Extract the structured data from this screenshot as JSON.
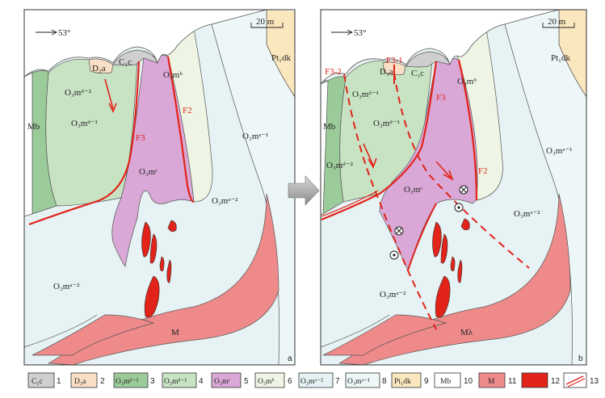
{
  "panels": [
    {
      "letter": "a",
      "orientation": "53°",
      "scale": "20 m",
      "units": {
        "c1c": "C₁c",
        "d3a": "D₃a",
        "mb": "Mb",
        "o3md2": "O₃mᵈ⁻²",
        "o3md1": "O₃mᵈ⁻¹",
        "o3mc": "O₃mᶜ",
        "o3mb": "O₃mᵇ",
        "o3ma1": "O₃mᵃ⁻¹",
        "o3ma2_right": "O₃mᵃ⁻²",
        "o3ma2_left": "O₃mᵃ⁻²",
        "pt1dk": "Pt₁dk",
        "m": "M"
      },
      "faults": {
        "f2": "F2",
        "f3": "F3"
      }
    },
    {
      "letter": "b",
      "orientation": "53°",
      "scale": "20 m",
      "units": {
        "c1c": "C₁c",
        "d3a": "D₃a",
        "mb": "Mb",
        "o3md2": "O₃mᵈ⁻²",
        "o3md1": "O₃mᵈ⁻¹",
        "o3mc": "O₃mᶜ",
        "o3mb": "O₃mᵇ",
        "o3ma1": "O₃mᵃ⁻¹",
        "o3ma2_right": "O₃mᵃ⁻²",
        "o3ma2_left": "O₃mᵃ⁻²",
        "pt1dk": "Pt₁dk",
        "m": "Mλ"
      },
      "faults": {
        "f2": "F2",
        "f3": "F3",
        "f3_1": "F3-1",
        "f3_2": "F3-2"
      }
    }
  ],
  "legend": [
    {
      "num": "1",
      "label": "C₁c",
      "fill": "#cfcfcf"
    },
    {
      "num": "2",
      "label": "D₃a",
      "fill": "#f8dfc5"
    },
    {
      "num": "3",
      "label": "O₃mᵈ⁻²",
      "fill": "#9ccb9a"
    },
    {
      "num": "4",
      "label": "O₃mᵈ⁻¹",
      "fill": "#c8e3c4"
    },
    {
      "num": "5",
      "label": "O₃mᶜ",
      "fill": "#d9a8d6"
    },
    {
      "num": "6",
      "label": "O₃mᵇ",
      "fill": "#eef5e4"
    },
    {
      "num": "7",
      "label": "O₃mᵃ⁻²",
      "fill": "#e4f2f3"
    },
    {
      "num": "8",
      "label": "O₃mᵃ⁻¹",
      "fill": "#eef7f8"
    },
    {
      "num": "9",
      "label": "Pt₁dk",
      "fill": "#fbe7bd"
    },
    {
      "num": "10",
      "label": "Mb",
      "fill": "#ffffff"
    },
    {
      "num": "11",
      "label": "M",
      "fill": "#ee8a8a"
    },
    {
      "num": "12",
      "label": "",
      "fill": "#e2231a"
    },
    {
      "num": "13",
      "label": "",
      "fill": "#ffffff"
    }
  ],
  "colors": {
    "fault_red": "#e2231a",
    "arrow_gray": "#9a9a9a"
  }
}
